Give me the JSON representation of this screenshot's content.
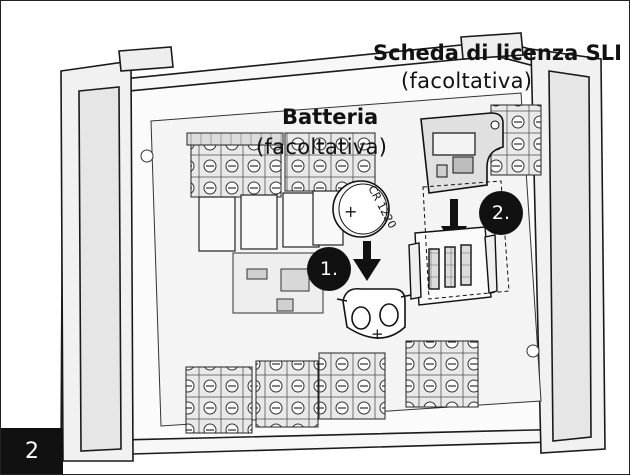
{
  "figure_number": "2",
  "labels": {
    "sli_title": "Scheda di licenza SLI",
    "sli_subtitle": "(facoltativa)",
    "battery_title": "Batteria",
    "battery_subtitle": "(facoltativa)"
  },
  "steps": {
    "step1": "1.",
    "step2": "2."
  },
  "battery": {
    "coin_text": "CR 1220",
    "plus_sign": "+",
    "holder_plus": "+"
  },
  "colors": {
    "line": "#1a1a1a",
    "board": "#f2f2f2",
    "accent_dark": "#111111"
  }
}
